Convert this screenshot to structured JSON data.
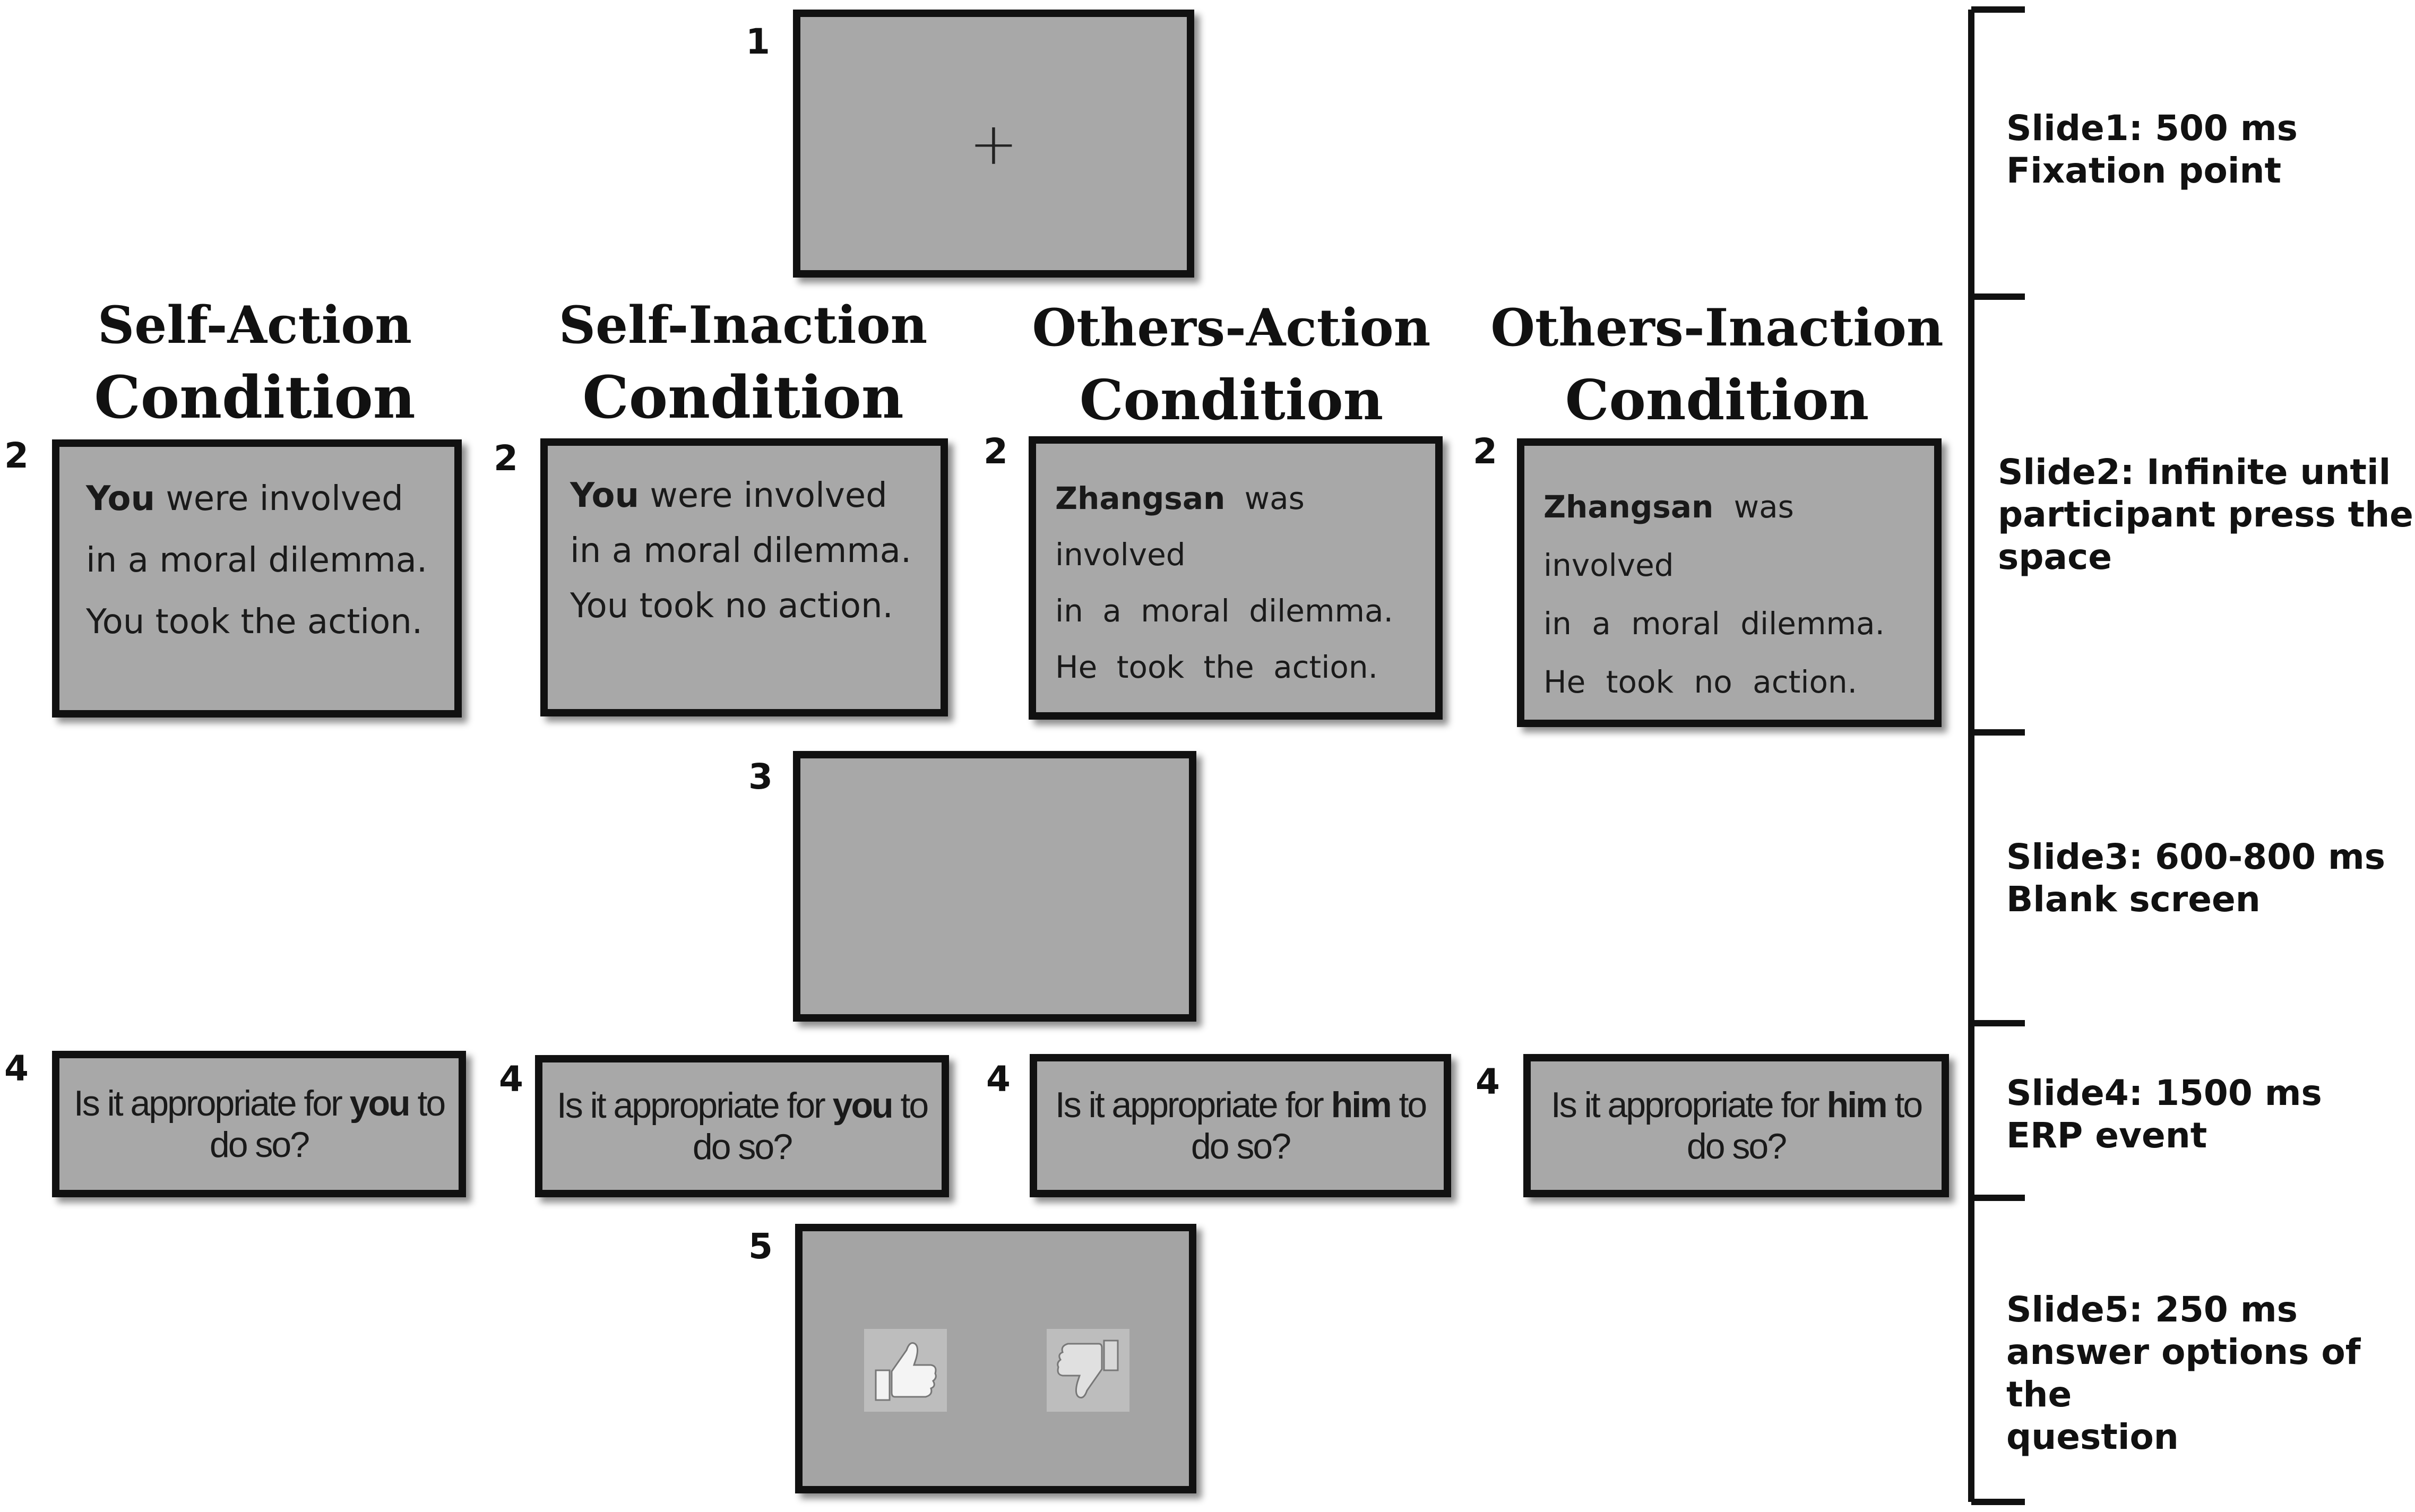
{
  "steps": {
    "s1": "1",
    "s2": "2",
    "s3": "3",
    "s4": "4",
    "s5": "5"
  },
  "fixation": "+",
  "conditions": [
    {
      "title_l1": "Self-Action",
      "title_l2": "Condition",
      "subject": "You",
      "line1_rest": " were involved",
      "line2": "in a moral dilemma.",
      "line3": "You took the action.",
      "question_pre": "Is it appropriate for ",
      "question_bold": "you",
      "question_post": " to do so?"
    },
    {
      "title_l1": "Self-Inaction",
      "title_l2": "Condition",
      "subject": "You",
      "line1_rest": " were involved",
      "line2": "in a moral dilemma.",
      "line3": "You took no action.",
      "question_pre": "Is it appropriate for ",
      "question_bold": "you",
      "question_post": " to do so?"
    },
    {
      "title_l1": "Others-Action",
      "title_l2": "Condition",
      "subject": "Zhangsan",
      "line1_rest": " was involved",
      "line2": "in a moral dilemma.",
      "line3": "He took the action.",
      "question_pre": "Is it appropriate for ",
      "question_bold": "him",
      "question_post": " to do so?"
    },
    {
      "title_l1": "Others-Inaction",
      "title_l2": "Condition",
      "subject": "Zhangsan",
      "line1_rest": " was involved",
      "line2": "in a moral dilemma.",
      "line3": "He took no action.",
      "question_pre": "Is it appropriate for ",
      "question_bold": "him",
      "question_post": " to do so?"
    }
  ],
  "answer_icons": [
    "thumbs-up-icon",
    "thumbs-down-icon"
  ],
  "slides": [
    {
      "l1": "Slide1: 500 ms",
      "l2": "Fixation point"
    },
    {
      "l1": "Slide2: Infinite until",
      "l2": "participant press the",
      "l3": "space"
    },
    {
      "l1": "Slide3: 600-800 ms",
      "l2": "Blank screen"
    },
    {
      "l1": "Slide4: 1500 ms",
      "l2": "ERP event"
    },
    {
      "l1": "Slide5: 250 ms",
      "l2": "answer options of the",
      "l3": "question"
    }
  ]
}
